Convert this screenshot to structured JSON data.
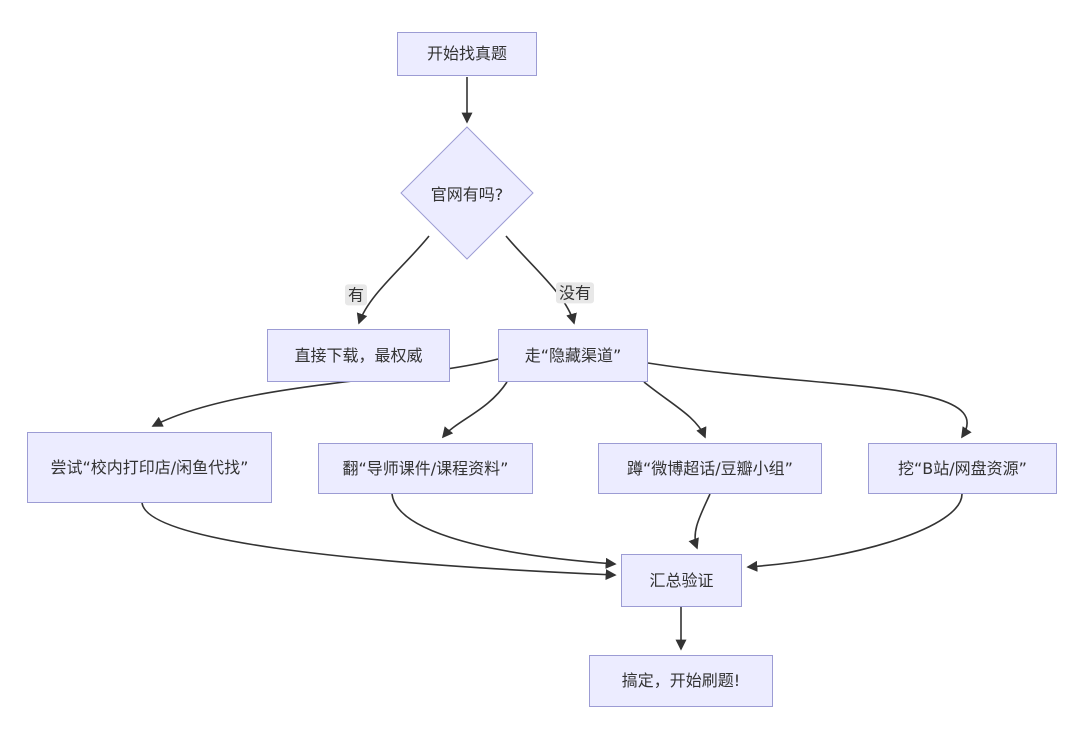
{
  "diagram": {
    "type": "flowchart",
    "direction": "top-down",
    "colors": {
      "background": "#ffffff",
      "node_fill": "#ECECFF",
      "node_border": "#9c9cd4",
      "edge_stroke": "#333333",
      "text": "#333333",
      "edge_label_background": "#e8e8e8"
    }
  },
  "nodes": {
    "start": {
      "label": "开始找真题",
      "shape": "rect"
    },
    "decision": {
      "label": "官网有吗?",
      "shape": "diamond"
    },
    "official": {
      "label": "直接下载，最权威",
      "shape": "rect"
    },
    "hidden": {
      "label": "走“隐藏渠道”",
      "shape": "rect"
    },
    "printshop": {
      "label": "尝试“校内打印店/闲鱼代找”",
      "shape": "rect"
    },
    "courseware": {
      "label": "翻“导师课件/课程资料”",
      "shape": "rect"
    },
    "weibo": {
      "label": "蹲“微博超话/豆瓣小组”",
      "shape": "rect"
    },
    "bilibili": {
      "label": "挖“B站/网盘资源”",
      "shape": "rect"
    },
    "verify": {
      "label": "汇总验证",
      "shape": "rect"
    },
    "done": {
      "label": "搞定，开始刷题!",
      "shape": "rect"
    }
  },
  "edge_labels": {
    "yes": "有",
    "no": "没有"
  },
  "edges": [
    {
      "from": "start",
      "to": "decision",
      "label": ""
    },
    {
      "from": "decision",
      "to": "official",
      "label": "有"
    },
    {
      "from": "decision",
      "to": "hidden",
      "label": "没有"
    },
    {
      "from": "hidden",
      "to": "printshop",
      "label": ""
    },
    {
      "from": "hidden",
      "to": "courseware",
      "label": ""
    },
    {
      "from": "hidden",
      "to": "weibo",
      "label": ""
    },
    {
      "from": "hidden",
      "to": "bilibili",
      "label": ""
    },
    {
      "from": "printshop",
      "to": "verify",
      "label": ""
    },
    {
      "from": "courseware",
      "to": "verify",
      "label": ""
    },
    {
      "from": "weibo",
      "to": "verify",
      "label": ""
    },
    {
      "from": "bilibili",
      "to": "verify",
      "label": ""
    },
    {
      "from": "verify",
      "to": "done",
      "label": ""
    }
  ]
}
